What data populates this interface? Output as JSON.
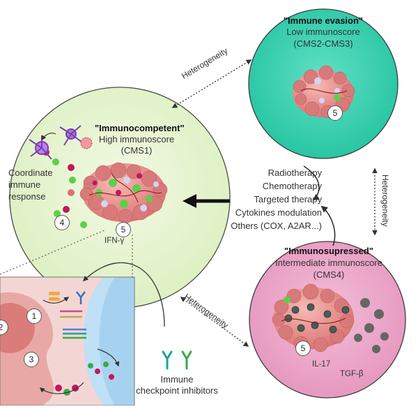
{
  "nodes": {
    "immunocompetent": {
      "title": "\"Immunocompetent\"",
      "line1": "High immunoscore",
      "line2": "(CMS1)",
      "color": "#e6f3cf"
    },
    "immune_evasion": {
      "title": "\"Immune evasion\"",
      "line1": "Low immunoscore",
      "line2": "(CMS2-CMS3)",
      "color": "#34d1b2"
    },
    "immunosuppressed": {
      "title": "\"Immunosupressed\"",
      "line1": "Intermediate immunoscore",
      "line2": "(CMS4)",
      "color": "#eaa7c8"
    }
  },
  "coordinate": {
    "l1": "Coordinate",
    "l2": "immune",
    "l3": "response"
  },
  "therapies": [
    "Radiotherapy",
    "Chemotherapy",
    "Targeted therapy",
    "Cytokines modulation",
    "Others (COX, A2AR...)"
  ],
  "edges": {
    "top": "Heterogeneity",
    "right": "Heterogeneity",
    "bottom": "Heterogeneity"
  },
  "cytokines": {
    "ifn": "IFN-γ",
    "il17": "IL-17",
    "tgfb": "TGF-β"
  },
  "checkpoint": {
    "l1": "Immune",
    "l2": "checkpoint inhibitors"
  },
  "markers": {
    "one": "1",
    "two": "2",
    "three": "3",
    "four": "4",
    "five": "5"
  },
  "icons": [
    "dendritic-cell-icon",
    "t-cell-icon",
    "tumor-mass-icon",
    "antibody-icon",
    "receptor-icon"
  ]
}
